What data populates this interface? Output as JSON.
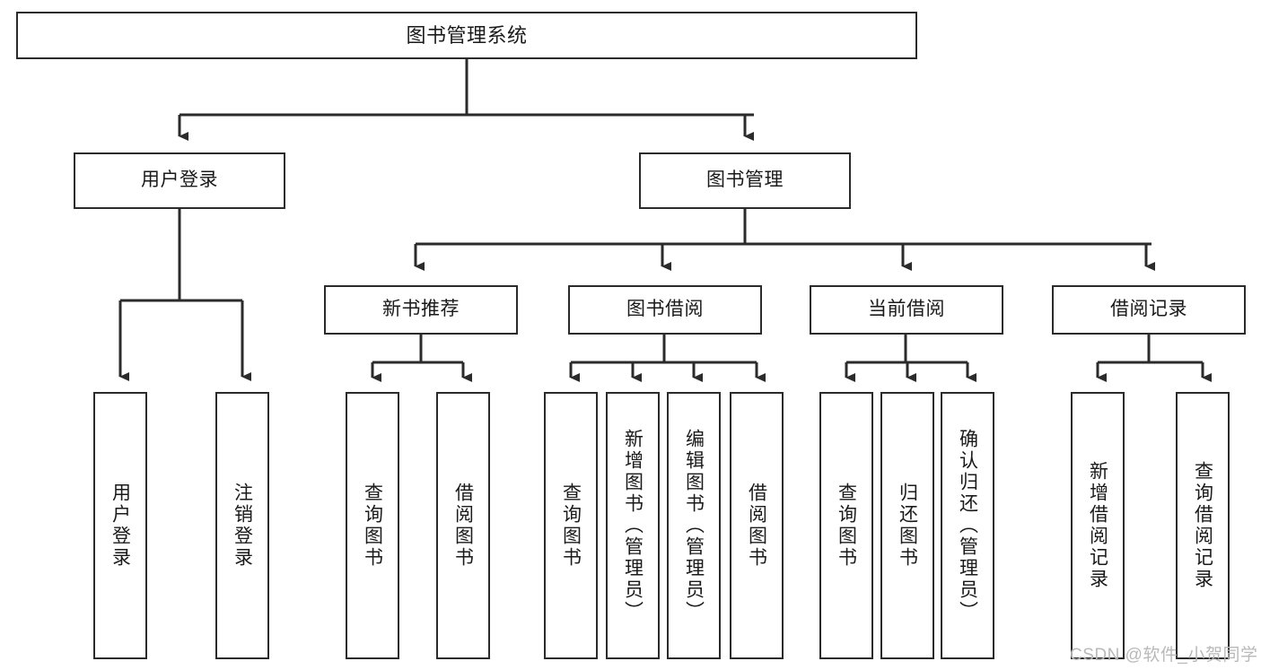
{
  "diagram": {
    "type": "tree-hierarchy",
    "title": "图书管理系统",
    "orientation": "top-down",
    "colors": {
      "box_border": "#2b2b2b",
      "box_fill": "#ffffff",
      "connector": "#2b2b2b",
      "text": "#1a1a1a",
      "watermark": "#b9b9b9",
      "background": "#ffffff"
    },
    "levels": {
      "level1": [
        "图书管理系统"
      ],
      "level2": [
        "用户登录",
        "图书管理"
      ],
      "level3": [
        "新书推荐",
        "图书借阅",
        "当前借阅",
        "借阅记录"
      ],
      "level4": [
        "用户登录",
        "注销登录",
        "查询图书",
        "借阅图书",
        "查询图书",
        "新增图书（管理员）",
        "编辑图书（管理员）",
        "借阅图书",
        "查询图书",
        "归还图书",
        "确认归还（管理员）",
        "新增借阅记录",
        "查询借阅记录"
      ]
    }
  },
  "nodes": {
    "root": {
      "label": "图书管理系统"
    },
    "user_login": {
      "label": "用户登录"
    },
    "book_manage": {
      "label": "图书管理"
    },
    "new_book_rec": {
      "label": "新书推荐"
    },
    "book_borrow": {
      "label": "图书借阅"
    },
    "current_borrow": {
      "label": "当前借阅"
    },
    "borrow_record": {
      "label": "借阅记录"
    },
    "leaf_user_login": {
      "label": "用户登录"
    },
    "leaf_logout": {
      "label": "注销登录"
    },
    "leaf_query_book_1": {
      "label": "查询图书"
    },
    "leaf_borrow_book_1": {
      "label": "借阅图书"
    },
    "leaf_query_book_2": {
      "label": "查询图书"
    },
    "leaf_add_book": {
      "label": "新增图书（管理员）"
    },
    "leaf_edit_book": {
      "label": "编辑图书（管理员）"
    },
    "leaf_borrow_book_2": {
      "label": "借阅图书"
    },
    "leaf_query_book_3": {
      "label": "查询图书"
    },
    "leaf_return_book": {
      "label": "归还图书"
    },
    "leaf_confirm_return": {
      "label": "确认归还（管理员）"
    },
    "leaf_add_record": {
      "label": "新增借阅记录"
    },
    "leaf_query_record": {
      "label": "查询借阅记录"
    }
  },
  "watermark": {
    "text": "CSDN @软件_小贺同学"
  }
}
